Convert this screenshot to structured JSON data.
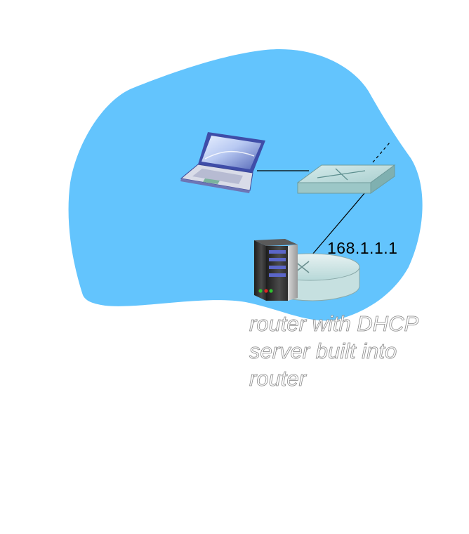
{
  "network": {
    "router_ip": "168.1.1.1",
    "caption_lines": [
      "router with DHCP",
      "server built into",
      "router"
    ]
  },
  "nodes": {
    "laptop": "laptop-icon",
    "switch": "switch-icon",
    "router": "router-icon",
    "server": "dhcp-server-icon"
  },
  "colors": {
    "cloud": "#63c4fd",
    "device": "#c9e6e6",
    "link": "#000000"
  }
}
